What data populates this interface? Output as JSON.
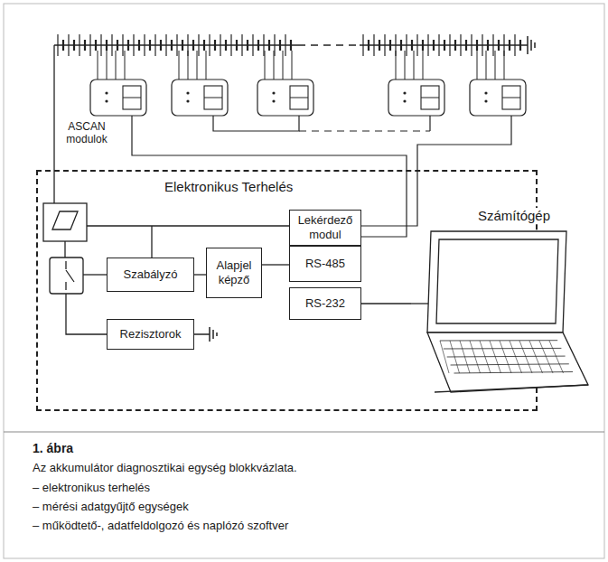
{
  "diagram": {
    "caption": "Az akkumulátor diagnosztikai egység blokkvázlata.",
    "nodes": [
      {
        "text": [
          "Elektronikus Terhelés"
        ]
      },
      {
        "text": [
          "Lekérdező modul"
        ],
        "in": 0
      },
      {
        "text": [
          "Szabályzó"
        ],
        "in": 0
      },
      {
        "text": [
          "Alapjel képző"
        ],
        "in": 0
      },
      {
        "text": [
          "RS-485"
        ],
        "in": 0
      },
      {
        "text": [
          "RS-232"
        ],
        "in": 0
      },
      {
        "text": [
          "Rezisztorok"
        ],
        "in": 0
      },
      {
        "text": [
          "Számítógép"
        ]
      }
    ],
    "edges": [
      {
        "from": 2,
        "to": 3,
        "arrow": "none"
      },
      {
        "from": 3,
        "to": 4,
        "arrow": "none"
      },
      {
        "from": 5,
        "to": 7,
        "arrow": "none"
      }
    ],
    "labels": [
      "ASCAN modulok",
      "1. ábra",
      "– elektronikus terhelés",
      "– mérési adatgyűjtő egységek",
      "– működtető-, adatfeldolgozó és naplózó szoftver"
    ]
  }
}
